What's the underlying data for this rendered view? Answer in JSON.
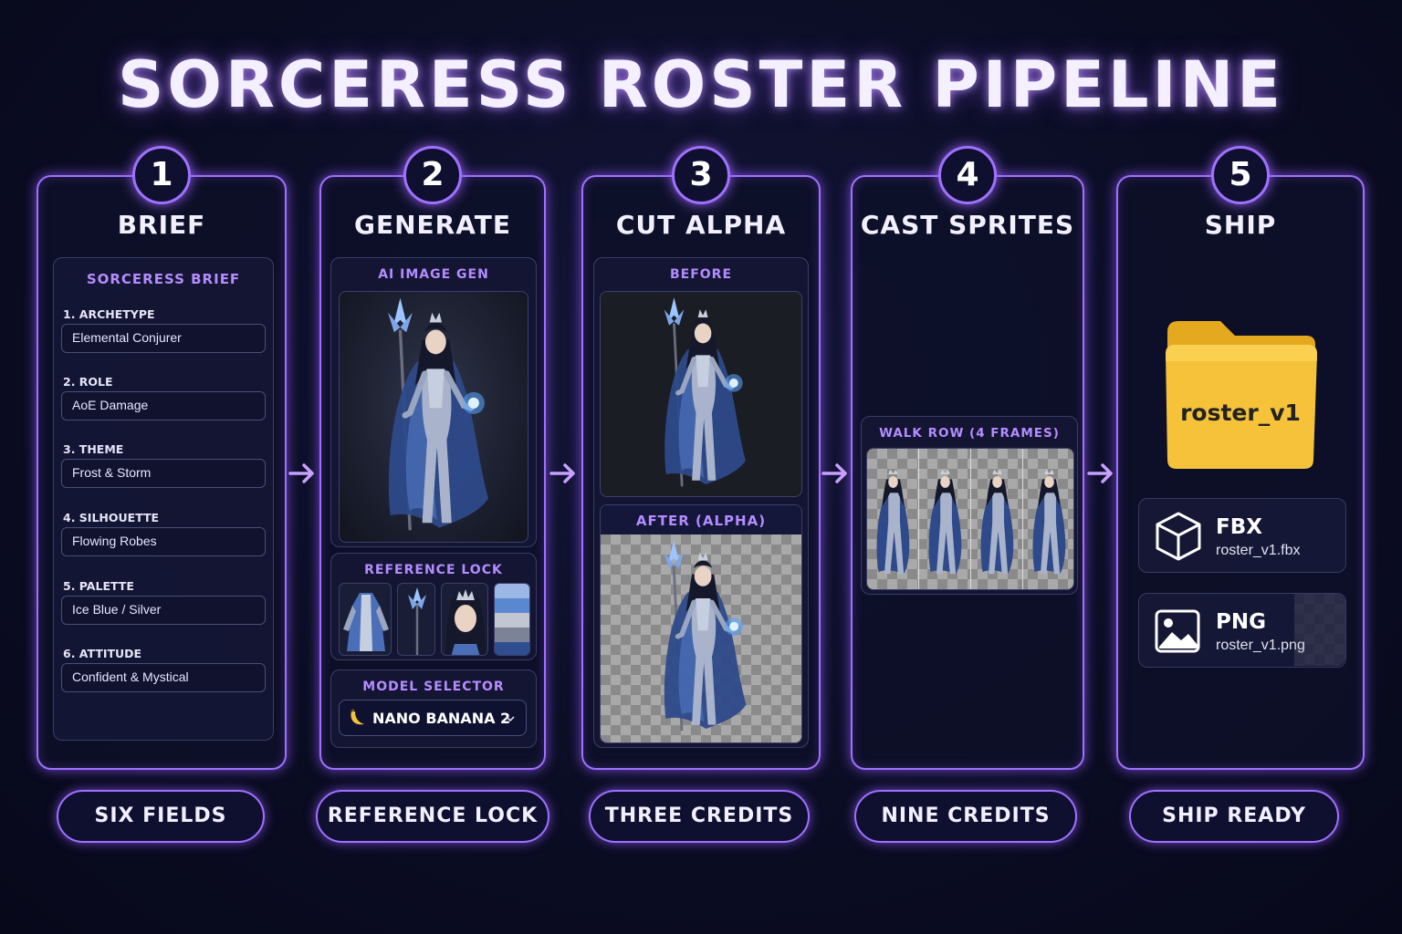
{
  "title": "SORCERESS ROSTER PIPELINE",
  "colors": {
    "accent": "#a070ff",
    "label": "#b58cff",
    "folder": "#f5c23a",
    "background": "#0b0d24"
  },
  "steps": [
    {
      "number": "1",
      "heading": "BRIEF",
      "card_title": "SORCERESS BRIEF",
      "fields": [
        {
          "label": "1. ARCHETYPE",
          "value": "Elemental Conjurer"
        },
        {
          "label": "2. ROLE",
          "value": "AoE Damage"
        },
        {
          "label": "3. THEME",
          "value": "Frost & Storm"
        },
        {
          "label": "4. SILHOUETTE",
          "value": "Flowing Robes"
        },
        {
          "label": "5. PALETTE",
          "value": "Ice Blue / Silver"
        },
        {
          "label": "6. ATTITUDE",
          "value": "Confident & Mystical"
        }
      ],
      "pill": "SIX FIELDS"
    },
    {
      "number": "2",
      "heading": "GENERATE",
      "image_label": "AI IMAGE GEN",
      "reference_label": "REFERENCE LOCK",
      "model_label": "MODEL SELECTOR",
      "model_value": "NANO BANANA 2",
      "model_icon": "banana-icon",
      "pill": "REFERENCE LOCK"
    },
    {
      "number": "3",
      "heading": "CUT ALPHA",
      "before_label": "BEFORE",
      "after_label": "AFTER (ALPHA)",
      "pill": "THREE CREDITS"
    },
    {
      "number": "4",
      "heading": "CAST SPRITES",
      "sheet_label": "WALK ROW (4 FRAMES)",
      "pill": "NINE CREDITS"
    },
    {
      "number": "5",
      "heading": "SHIP",
      "folder_name": "roster_v1",
      "files": [
        {
          "type": "FBX",
          "name": "roster_v1.fbx",
          "icon": "cube-icon"
        },
        {
          "type": "PNG",
          "name": "roster_v1.png",
          "icon": "image-icon"
        }
      ],
      "pill": "SHIP READY"
    }
  ]
}
